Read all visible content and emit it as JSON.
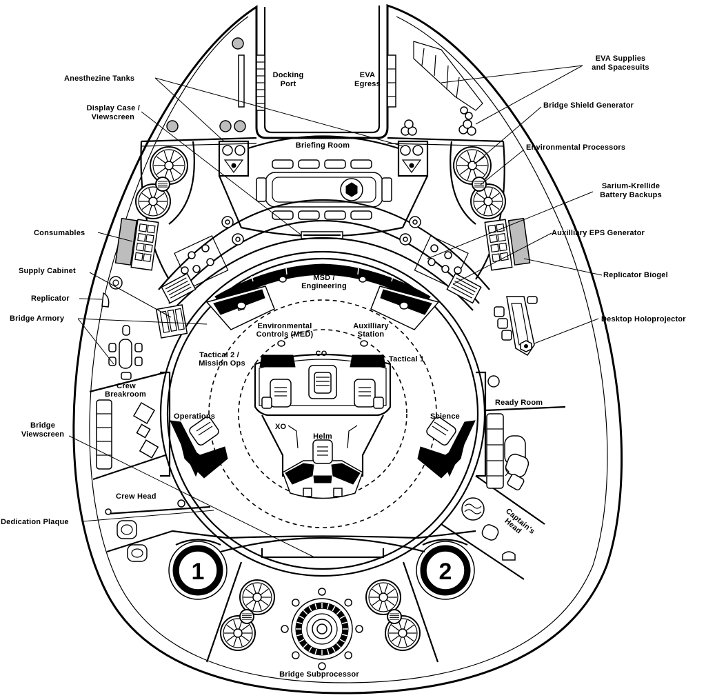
{
  "diagram": {
    "labels": {
      "docking_port": [
        "Docking",
        "Port"
      ],
      "eva_egress": [
        "EVA",
        "Egress"
      ],
      "eva_supplies": [
        "EVA Supplies",
        "and Spacesuits"
      ],
      "anesthezine_tanks": [
        "Anesthezine Tanks"
      ],
      "display_case": [
        "Display Case /",
        "Viewscreen"
      ],
      "bridge_shield_generator": [
        "Bridge Shield Generator"
      ],
      "briefing_room": [
        "Briefing Room"
      ],
      "environmental_processors": [
        "Environmental Processors"
      ],
      "sarium_krellide": [
        "Sarium-Krellide",
        "Battery Backups"
      ],
      "consumables": [
        "Consumables"
      ],
      "auxiliary_eps": [
        "Auxilliary EPS Generator"
      ],
      "supply_cabinet": [
        "Supply Cabinet"
      ],
      "replicator_biogel": [
        "Replicator Biogel"
      ],
      "msd_engineering": [
        "MSD /",
        "Engineering"
      ],
      "replicator": [
        "Replicator"
      ],
      "bridge_armory": [
        "Bridge Armory"
      ],
      "desktop_holoprojector": [
        "Desktop Holoprojector"
      ],
      "environmental_controls": [
        "Environmental",
        "Controls (MED)"
      ],
      "auxiliary_station": [
        "Auxilliary",
        "Station"
      ],
      "co": [
        "CO"
      ],
      "tactical_2": [
        "Tactical 2 /",
        "Mission Ops"
      ],
      "tactical_1": [
        "Tactical 1"
      ],
      "crew_breakroom": [
        "Crew",
        "Breakroom"
      ],
      "ready_room": [
        "Ready Room"
      ],
      "operations": [
        "Operations"
      ],
      "science": [
        "Science"
      ],
      "xo": [
        "XO"
      ],
      "bridge_viewscreen": [
        "Bridge",
        "Viewscreen"
      ],
      "helm": [
        "Helm"
      ],
      "crew_head": [
        "Crew Head"
      ],
      "captains_head": [
        "Captain's",
        "Head"
      ],
      "dedication_plaque": [
        "Dedication Plaque"
      ],
      "bridge_subprocessor": [
        "Bridge Subprocessor"
      ]
    },
    "lift_1": "1",
    "lift_2": "2"
  }
}
